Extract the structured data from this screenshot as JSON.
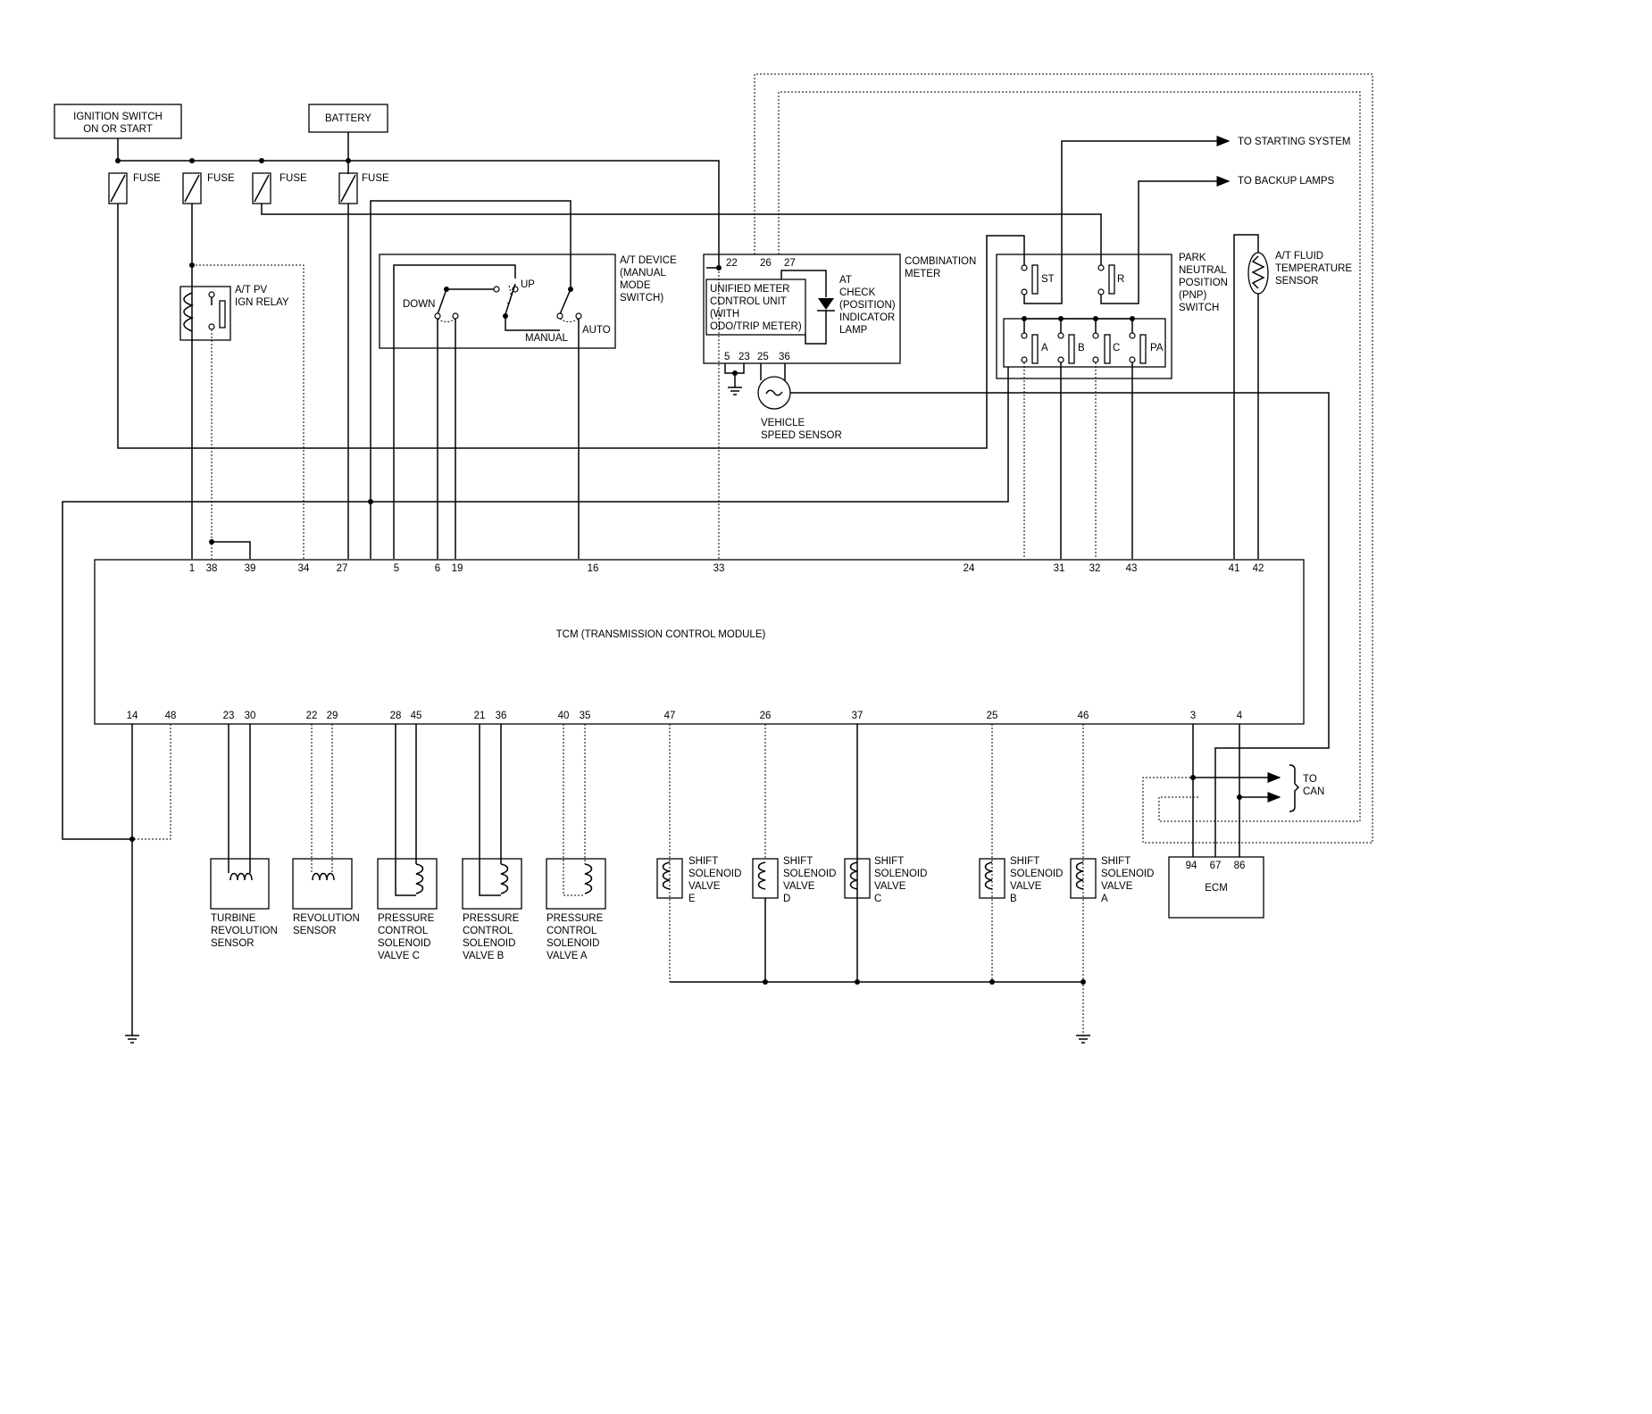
{
  "power": {
    "ignition_line1": "IGNITION SWITCH",
    "ignition_line2": "ON OR START",
    "battery": "BATTERY",
    "fuse": "FUSE"
  },
  "relay": {
    "line1": "A/T PV",
    "line2": "IGN RELAY"
  },
  "at_device": {
    "line1": "A/T DEVICE",
    "line2": "(MANUAL",
    "line3": "MODE",
    "line4": "SWITCH)",
    "down": "DOWN",
    "up": "UP",
    "manual": "MANUAL",
    "auto": "AUTO"
  },
  "combination_meter": {
    "title_line1": "COMBINATION",
    "title_line2": "METER",
    "unit_line1": "UNIFIED METER",
    "unit_line2": "CONTROL UNIT",
    "unit_line3": "(WITH",
    "unit_line4": "ODO/TRIP METER)",
    "lamp_line1": "AT",
    "lamp_line2": "CHECK",
    "lamp_line3": "(POSITION)",
    "lamp_line4": "INDICATOR",
    "lamp_line5": "LAMP",
    "pins_top": [
      "22",
      "26",
      "27"
    ],
    "pins_bottom": [
      "5",
      "23",
      "25",
      "36"
    ],
    "vss_line1": "VEHICLE",
    "vss_line2": "SPEED SENSOR"
  },
  "outputs": {
    "starting": "TO STARTING SYSTEM",
    "backup": "TO BACKUP LAMPS"
  },
  "pnp": {
    "line1": "PARK",
    "line2": "NEUTRAL",
    "line3": "POSITION",
    "line4": "(PNP)",
    "line5": "SWITCH",
    "contacts": [
      "ST",
      "R",
      "A",
      "B",
      "C",
      "PA"
    ]
  },
  "fluid_sensor": {
    "line1": "A/T FLUID",
    "line2": "TEMPERATURE",
    "line3": "SENSOR"
  },
  "tcm": {
    "label": "TCM (TRANSMISSION CONTROL MODULE)",
    "top_pins": [
      "1",
      "38",
      "39",
      "34",
      "27",
      "5",
      "6",
      "19",
      "16",
      "33",
      "24",
      "31",
      "32",
      "43",
      "41",
      "42"
    ],
    "bottom_pins": [
      "14",
      "48",
      "23",
      "30",
      "22",
      "29",
      "28",
      "45",
      "21",
      "36",
      "40",
      "35",
      "47",
      "26",
      "37",
      "25",
      "46",
      "3",
      "4"
    ]
  },
  "sensors": {
    "turbine": [
      "TURBINE",
      "REVOLUTION",
      "SENSOR"
    ],
    "revolution": [
      "REVOLUTION",
      "SENSOR"
    ],
    "pcs_c": [
      "PRESSURE",
      "CONTROL",
      "SOLENOID",
      "VALVE C"
    ],
    "pcs_b": [
      "PRESSURE",
      "CONTROL",
      "SOLENOID",
      "VALVE B"
    ],
    "pcs_a": [
      "PRESSURE",
      "CONTROL",
      "SOLENOID",
      "VALVE A"
    ]
  },
  "shift_solenoids": [
    {
      "line1": "SHIFT",
      "line2": "SOLENOID",
      "line3": "VALVE",
      "letter": "E"
    },
    {
      "line1": "SHIFT",
      "line2": "SOLENOID",
      "line3": "VALVE",
      "letter": "D"
    },
    {
      "line1": "SHIFT",
      "line2": "SOLENOID",
      "line3": "VALVE",
      "letter": "C"
    },
    {
      "line1": "SHIFT",
      "line2": "SOLENOID",
      "line3": "VALVE",
      "letter": "B"
    },
    {
      "line1": "SHIFT",
      "line2": "SOLENOID",
      "line3": "VALVE",
      "letter": "A"
    }
  ],
  "ecm": {
    "label": "ECM",
    "pins": [
      "94",
      "67",
      "86"
    ],
    "can_line1": "TO",
    "can_line2": "CAN"
  }
}
